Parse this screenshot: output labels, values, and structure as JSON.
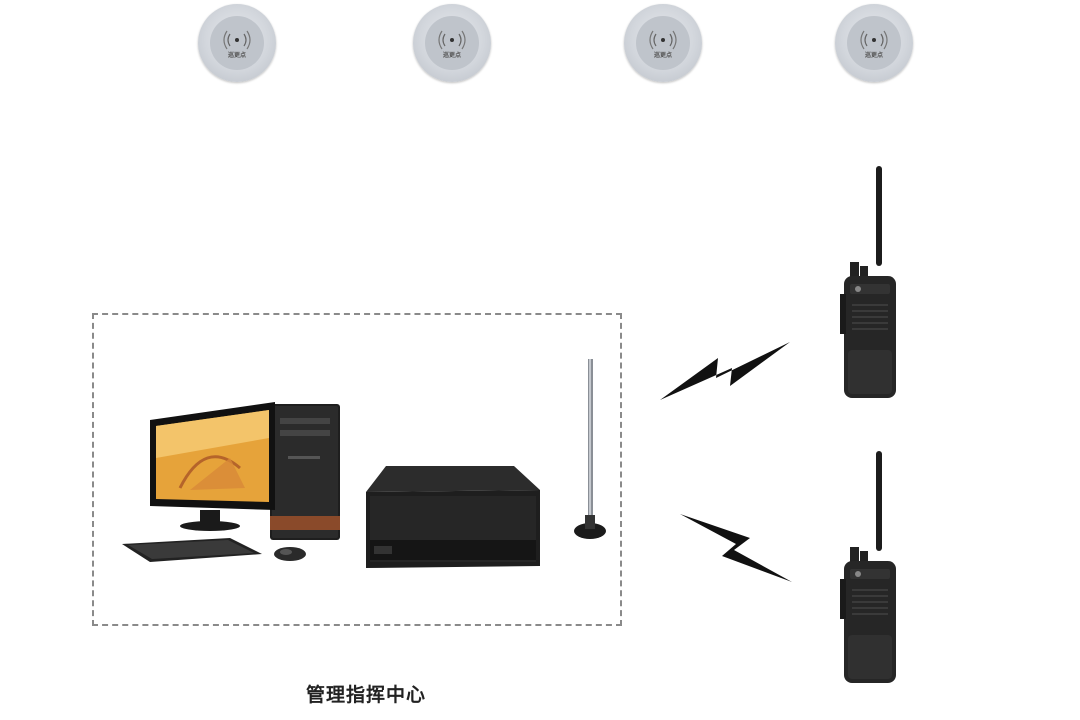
{
  "readers": [
    {
      "label": "巡更点"
    },
    {
      "label": "巡更点"
    },
    {
      "label": "巡更点"
    },
    {
      "label": "巡更点"
    }
  ],
  "center": {
    "caption": "管理指挥中心"
  },
  "icons": [
    "rfid-reader-icon",
    "desktop-computer-icon",
    "server-icon",
    "antenna-icon",
    "wireless-signal-icon",
    "walkie-talkie-icon"
  ]
}
